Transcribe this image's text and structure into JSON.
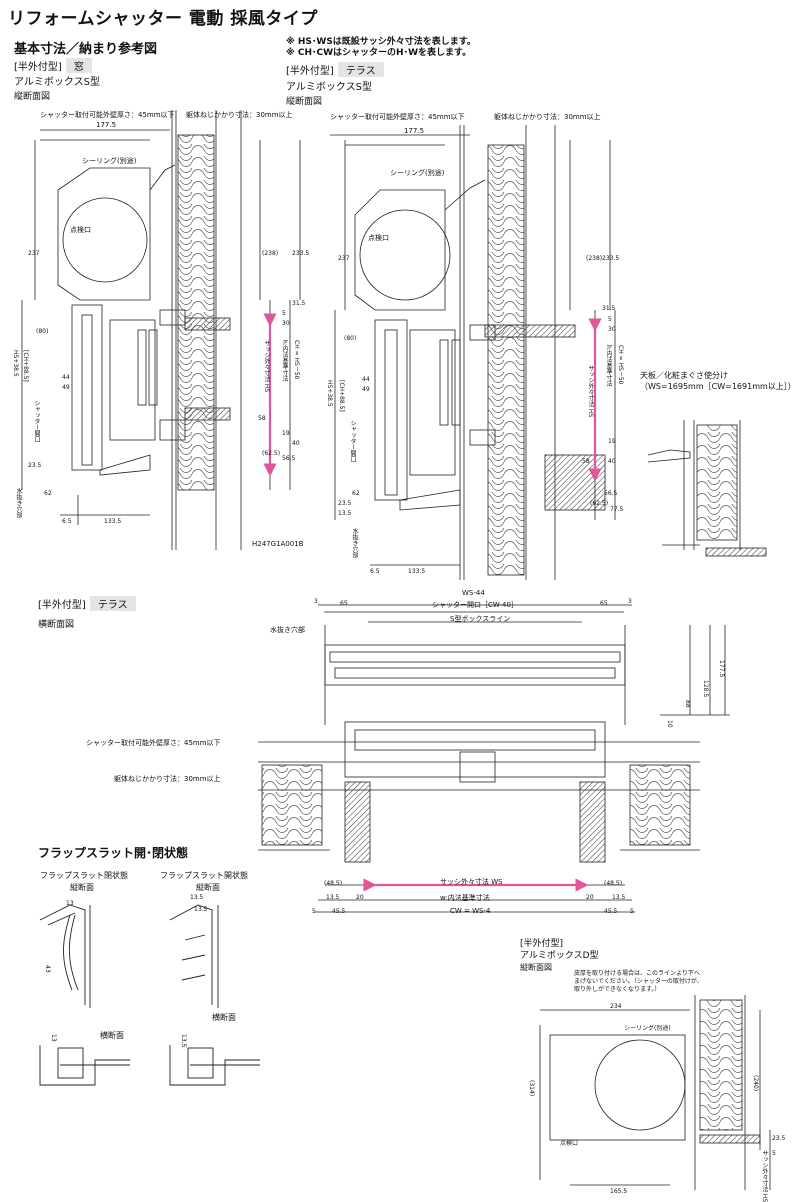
{
  "title": "リフォームシャッター 電動 採風タイプ",
  "section1": {
    "heading": "基本寸法／納まり参考図",
    "notes": [
      "※ HS･WSは既設サッシ外々寸法を表します。",
      "※ CH･CWはシャッターのH･Wを表します。"
    ]
  },
  "fig_window": {
    "type_label": "[半外付型]",
    "type_tag": "窓",
    "box": "アルミボックスS型",
    "view": "縦断面図",
    "wall_note": "シャッター取付可能外壁厚さ：45mm以下",
    "screw_note": "躯体ねじかかり寸法：30mm以上",
    "width_dim": "177.5",
    "sealing": "シーリング(別途)",
    "inspection": "点検口",
    "dims_left": [
      "237",
      "(80)",
      "44",
      "49",
      "23.5",
      "62"
    ],
    "dims_right": [
      "(238)",
      "233.5",
      "5",
      "31.5",
      "30",
      "58",
      "19",
      "56.5",
      "40",
      "(62.5)"
    ],
    "label_hs": "HS+38.5",
    "label_ch": "[CH+88.5]",
    "label_opening": "シャッター開口",
    "label_sash_hs": "サッシ外々寸法 HS",
    "label_h_inner": "h:内法基準寸法",
    "label_ch_hs": "CH = HS－50",
    "label_drain": "水抜き穴部",
    "dims_bottom": [
      "6.5",
      "133.5"
    ],
    "drawing_code": "H247G1A001B"
  },
  "fig_terrace": {
    "type_label": "[半外付型]",
    "type_tag": "テラス",
    "box": "アルミボックスS型",
    "view": "縦断面図",
    "wall_note": "シャッター取付可能外壁厚さ：45mm以下",
    "screw_note": "躯体ねじかかり寸法：30mm以上",
    "width_dim": "177.5",
    "sealing": "シーリング(別途)",
    "inspection": "点検口",
    "dims_left": [
      "237",
      "(80)",
      "44",
      "49",
      "13.5",
      "62",
      "23.5"
    ],
    "dims_right": [
      "(238)",
      "233.5",
      "5",
      "31.5",
      "30",
      "58",
      "19",
      "40",
      "56.5",
      "(62.5)",
      "77.5"
    ],
    "label_hs": "HS+38.5",
    "label_ch": "[CH+88.5]",
    "label_opening": "シャッター開口",
    "label_sash_hs": "サッシ外々寸法 HS",
    "label_h_inner": "h:内法基準寸法",
    "label_ch_hs": "CH = HS－50",
    "label_drain": "水抜き穴部",
    "dims_bottom": [
      "6.5",
      "133.5"
    ]
  },
  "ceiling_note": {
    "line1": "天板／化粧まぐさ使分け",
    "line2": "（WS=1695mm［CW=1691mm以上］）"
  },
  "fig_plan": {
    "type_label": "[半外付型]",
    "type_tag": "テラス",
    "view": "横断面図",
    "ws44": "WS-44",
    "opening": "シャッター開口［CW-40］",
    "box_line": "S型ボックスライン",
    "drain": "水抜き穴部",
    "wall_note": "シャッター取付可能外壁厚さ：45mm以下",
    "screw_note": "躯体ねじかかり寸法：30mm以上",
    "dims_top": [
      "3",
      "65",
      "65",
      "3"
    ],
    "dims_right": [
      "10",
      "88",
      "128.5",
      "177.5"
    ],
    "sash_ws": "サッシ外々寸法 WS",
    "w_inner": "w:内法基準寸法",
    "cw": "CW = WS-4",
    "dims_bottom_left": [
      "(48.5)",
      "13.5",
      "20",
      "5",
      "45.5"
    ],
    "dims_bottom_right": [
      "(48.5)",
      "13.5",
      "20",
      "45.5",
      "5"
    ]
  },
  "fig_flap": {
    "heading": "フラップスラット開･閉状態",
    "closed": "フラップスラット閉状態",
    "open": "フラップスラット開状態",
    "vertical": "縦断面",
    "horizontal": "横断面",
    "dims": [
      "13",
      "13.5",
      "43",
      "13.5",
      "13",
      "13.5"
    ]
  },
  "fig_dbox": {
    "type_label": "[半外付型]",
    "box": "アルミボックスD型",
    "view": "縦断面図",
    "note": [
      "皮厚を取り付ける場合は、このラインより下へ",
      "まげないでください。（シャッターの取付けが、",
      "取り外しができなくなります。）"
    ],
    "sealing": "シーリング(別途)",
    "inspection": "点検口",
    "width_dim": "234",
    "dims_right": [
      "(240)",
      "23.5",
      "(314)",
      "5"
    ],
    "dims_bottom": [
      "165.5"
    ],
    "label_sash": "サッシ外々寸法 HS"
  },
  "colors": {
    "arrow": "#e0569a",
    "hatch": "#333333",
    "tag_bg": "#e4e4e4"
  }
}
